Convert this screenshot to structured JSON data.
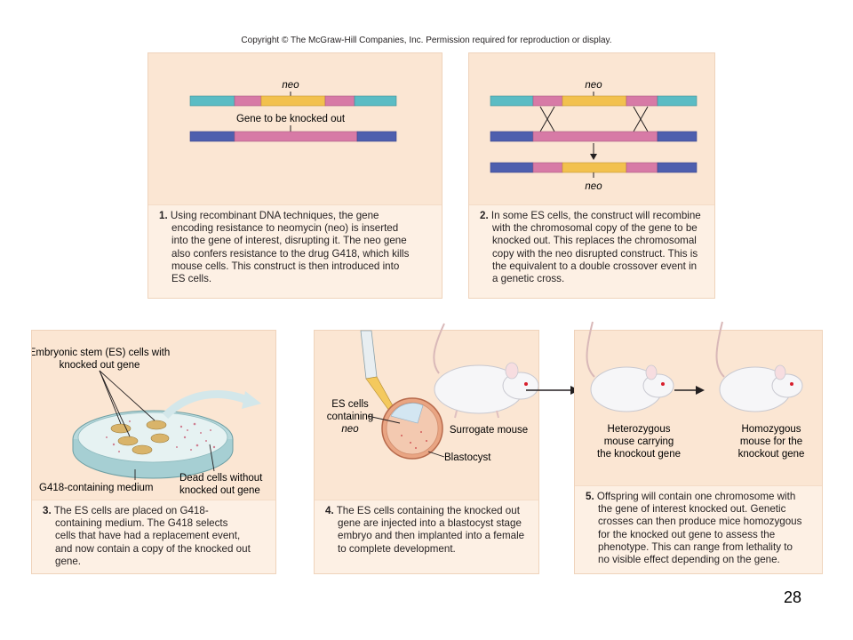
{
  "copyright": "Copyright © The McGraw-Hill Companies, Inc. Permission required for reproduction or display.",
  "slide_number": "28",
  "panel1": {
    "neo_label": "neo",
    "gene_label": "Gene to be knocked out",
    "step": "1.",
    "caption_first": "Using recombinant DNA techniques, the gene",
    "caption_rest": "encoding resistance to neomycin (neo) is inserted\ninto the gene of interest, disrupting it. The neo gene\nalso confers resistance to the drug G418, which kills\nmouse cells. This construct is then introduced into\nES cells."
  },
  "panel2": {
    "neo_top": "neo",
    "neo_bottom": "neo",
    "step": "2.",
    "caption_first": "In some ES cells, the construct will recombine",
    "caption_rest": "with the chromosomal copy of the gene to be\nknocked out. This replaces the chromosomal\ncopy with the neo disrupted construct. This is\nthe equivalent to a double crossover event in\na genetic cross."
  },
  "panel3": {
    "label_es_line1": "Embryonic stem (ES) cells with",
    "label_es_line2": "knocked out gene",
    "label_medium": "G418-containing medium",
    "label_dead_line1": "Dead cells without",
    "label_dead_line2": "knocked out gene",
    "step": "3.",
    "caption_first": "The ES cells are placed on G418-",
    "caption_rest": "containing medium. The G418 selects\ncells that have had a replacement event,\nand now contain a copy of the knocked out\ngene."
  },
  "panel4": {
    "label_es_line1": "ES cells",
    "label_es_line2": "containing",
    "label_es_line3": "neo",
    "label_surrogate": "Surrogate mouse",
    "label_blastocyst": "Blastocyst",
    "step": "4.",
    "caption_first": "The ES cells containing the knocked out",
    "caption_rest": "gene are injected into a blastocyst stage\nembryo and then implanted into a female\nto complete development."
  },
  "panel5": {
    "label_het_line1": "Heterozygous",
    "label_het_line2": "mouse carrying",
    "label_het_line3": "the knockout gene",
    "label_hom_line1": "Homozygous",
    "label_hom_line2": "mouse for the",
    "label_hom_line3": "knockout gene",
    "step": "5.",
    "caption_first": "Offspring will contain one chromosome with",
    "caption_rest": "the gene of interest knocked out. Genetic\ncrosses can then produce mice homozygous\nfor the knocked out gene to assess the\nphenotype. This can range from lethality to\nno visible effect depending on the gene."
  },
  "colors": {
    "teal": "#5bbcc4",
    "pink": "#d77aa6",
    "yellow": "#f2c14e",
    "blue": "#4e5fae",
    "panel": "#fbe6d3",
    "caption": "#fdf0e4"
  }
}
